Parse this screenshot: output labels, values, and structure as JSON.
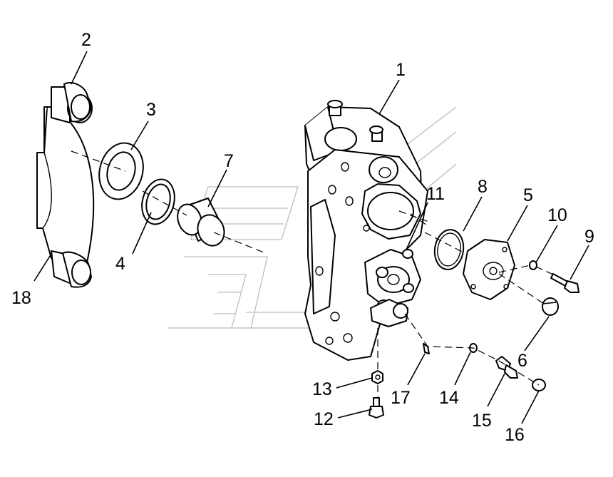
{
  "callouts": {
    "c1": "1",
    "c2": "2",
    "c3": "3",
    "c4": "4",
    "c5": "5",
    "c6": "6",
    "c7": "7",
    "c8": "8",
    "c9": "9",
    "c10": "10",
    "c11": "11",
    "c12": "12",
    "c13": "13",
    "c14": "14",
    "c15": "15",
    "c16": "16",
    "c17": "17",
    "c18": "18"
  },
  "colors": {
    "line": "#000000",
    "watermark": "#bdbdbd",
    "background": "#ffffff"
  }
}
